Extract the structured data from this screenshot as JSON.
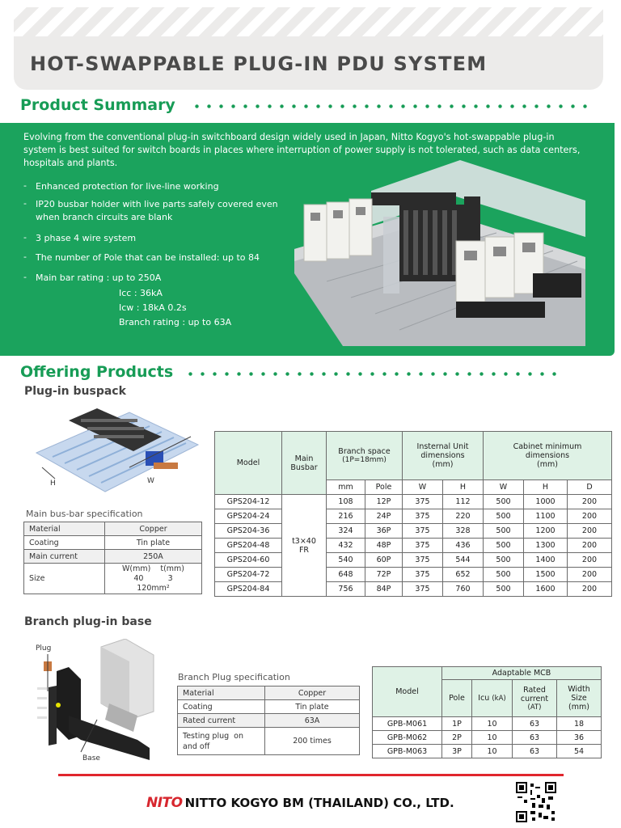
{
  "header": {
    "title": "HOT-SWAPPABLE PLUG-IN PDU SYSTEM"
  },
  "summary": {
    "section_title": "Product Summary",
    "intro": "Evolving from the conventional plug-in switchboard design widely used in Japan, Nitto Kogyo's hot-swappable plug-in system is best suited for switch boards in places where interruption of power supply is not tolerated, such as data centers, hospitals and plants.",
    "bullets": [
      "Enhanced protection for live-line working",
      "IP20 busbar holder with live parts safely covered even when branch circuits are blank",
      "3 phase 4 wire system",
      "The number of Pole that can be installed: up to 84",
      "Main bar rating : up to 250A"
    ],
    "ratings": [
      "Icc : 36kA",
      "Icw : 18kA 0.2s",
      "Branch rating : up to 63A"
    ],
    "bullet_dash": "-"
  },
  "offering": {
    "section_title": "Offering Products",
    "buspack_title": "Plug-in buspack",
    "dim_labels": {
      "h": "H",
      "w": "W"
    },
    "busbar_spec": {
      "caption": "Main bus-bar specification",
      "rows": [
        {
          "label": "Material",
          "value": "Copper"
        },
        {
          "label": "Coating",
          "value": "Tin plate"
        },
        {
          "label": "Main current",
          "value": "250A"
        }
      ],
      "size_label": "Size",
      "size_value_l1": "W(mm)    t(mm)",
      "size_value_l2": "40          3",
      "size_value_l3": "120mm²"
    },
    "buspack_table": {
      "headers": {
        "model": "Model",
        "main_busbar": "Main Busbar",
        "branch_space": "Branch space",
        "branch_space_note": "(1P=18mm)",
        "internal_dims": "Insternal Unit dimensions",
        "internal_unit": "(mm)",
        "cabinet": "Cabinet minimum dimensions",
        "cabinet_unit": "(mm)",
        "sub": [
          "mm",
          "Pole",
          "W",
          "H",
          "W",
          "H",
          "D"
        ]
      },
      "busbar_value_l1": "t3×40",
      "busbar_value_l2": "FR",
      "rows": [
        [
          "GPS204-12",
          "108",
          "12P",
          "375",
          "112",
          "500",
          "1000",
          "200"
        ],
        [
          "GPS204-24",
          "216",
          "24P",
          "375",
          "220",
          "500",
          "1100",
          "200"
        ],
        [
          "GPS204-36",
          "324",
          "36P",
          "375",
          "328",
          "500",
          "1200",
          "200"
        ],
        [
          "GPS204-48",
          "432",
          "48P",
          "375",
          "436",
          "500",
          "1300",
          "200"
        ],
        [
          "GPS204-60",
          "540",
          "60P",
          "375",
          "544",
          "500",
          "1400",
          "200"
        ],
        [
          "GPS204-72",
          "648",
          "72P",
          "375",
          "652",
          "500",
          "1500",
          "200"
        ],
        [
          "GPS204-84",
          "756",
          "84P",
          "375",
          "760",
          "500",
          "1600",
          "200"
        ]
      ]
    },
    "branch_title": "Branch plug-in base",
    "branch_labels": {
      "plug": "Plug",
      "base": "Base"
    },
    "plug_spec": {
      "caption": "Branch Plug specification",
      "rows": [
        {
          "label": "Material",
          "value": "Copper"
        },
        {
          "label": "Coating",
          "value": "Tin plate"
        },
        {
          "label": "Rated current",
          "value": "63A"
        }
      ],
      "testing_label_l1": "Testing plug  on",
      "testing_label_l2": "and off",
      "testing_value": "200 times"
    },
    "mcb_table": {
      "headers": {
        "model": "Model",
        "adaptable": "Adaptable MCB",
        "pole": "Pole",
        "icu": "Icu",
        "icu_unit": "(kA)",
        "rated": "Rated current",
        "rated_unit": "(AT)",
        "width": "Width Size",
        "width_unit": "(mm)"
      },
      "rows": [
        [
          "GPB-M061",
          "1P",
          "10",
          "63",
          "18"
        ],
        [
          "GPB-M062",
          "2P",
          "10",
          "63",
          "36"
        ],
        [
          "GPB-M063",
          "3P",
          "10",
          "63",
          "54"
        ]
      ]
    }
  },
  "footer": {
    "logo_mark": "NITO",
    "company": "NITTO KOGYO BM (THAILAND) CO., LTD."
  },
  "colors": {
    "brand_green": "#1ba35d",
    "accent_red": "#e0262d",
    "title_gray": "#4a4a4a"
  }
}
